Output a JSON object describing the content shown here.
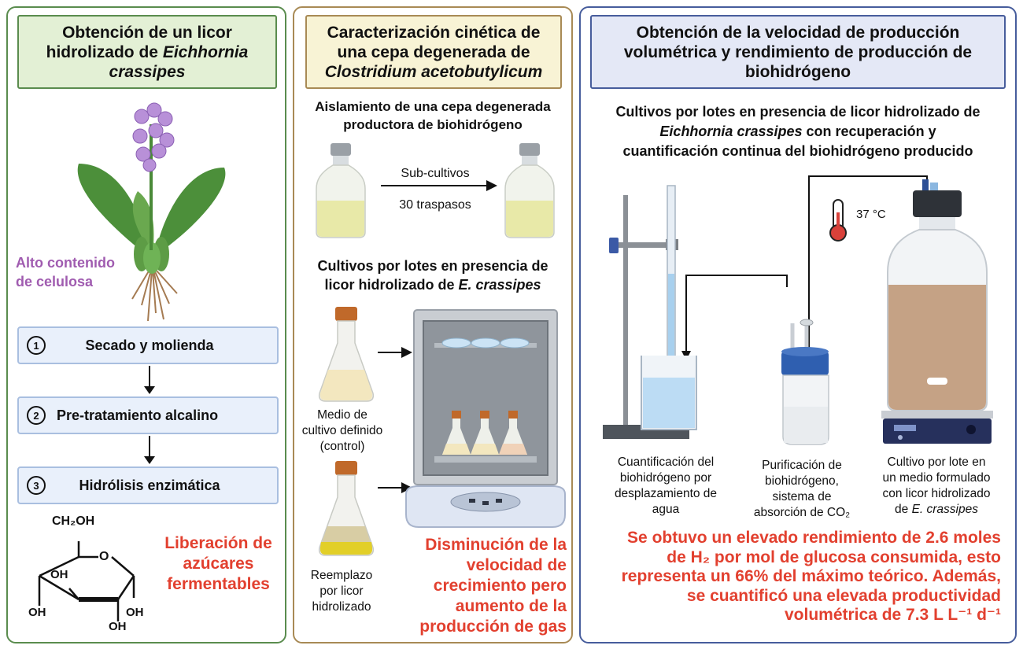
{
  "panel1": {
    "title_pre": "Obtención de un licor hidrolizado de ",
    "title_italic": "Eichhornia crassipes",
    "plant_note_line1": "Alto contenido",
    "plant_note_line2": "de celulosa",
    "steps": [
      {
        "number": "1",
        "label": "Secado y molienda"
      },
      {
        "number": "2",
        "label": "Pre-tratamiento alcalino"
      },
      {
        "number": "3",
        "label": "Hidrólisis enzimática"
      }
    ],
    "glucose_labels": {
      "ch2oh": "CH₂OH",
      "o": "O",
      "oh_inner": "OH",
      "oh_left": "OH",
      "oh_bottom": "OH",
      "oh_right": "OH"
    },
    "result_line1": "Liberación de",
    "result_line2": "azúcares",
    "result_line3": "fermentables"
  },
  "panel2": {
    "title_line1": "Caracterización cinética de",
    "title_line2": "una cepa degenerada de",
    "title_italic": "Clostridium acetobutylicum",
    "section1_line1": "Aislamiento de una cepa degenerada",
    "section1_line2": "productora de biohidrógeno",
    "arrow_label_top": "Sub-cultivos",
    "arrow_label_bottom": "30 traspasos",
    "section2_line1": "Cultivos por lotes en presencia de",
    "section2_line2_pre": "licor hidrolizado de ",
    "section2_line2_italic": "E. crassipes",
    "flask1_caption_line1": "Medio de",
    "flask1_caption_line2": "cultivo definido",
    "flask1_caption_line3": "(control)",
    "flask2_caption_line1": "Reemplazo",
    "flask2_caption_line2": "por licor",
    "flask2_caption_line3": "hidrolizado",
    "result_line1": "Disminución de la",
    "result_line2": "velocidad de",
    "result_line3": "crecimiento pero",
    "result_line4": "aumento de la",
    "result_line5": "producción de gas"
  },
  "panel3": {
    "title_line1": "Obtención de la velocidad de producción",
    "title_line2": "volumétrica y rendimiento de producción de",
    "title_line3": "biohidrógeno",
    "subtitle_line1": "Cultivos por lotes en presencia de licor hidrolizado de",
    "subtitle_line2_italic": "Eichhornia crassipes",
    "subtitle_line2_rest": " con recuperación y",
    "subtitle_line3": "cuantificación continua del biohidrógeno producido",
    "temperature": "37 °C",
    "cap1_line1": "Cuantificación del",
    "cap1_line2": "biohidrógeno por",
    "cap1_line3": "desplazamiento de",
    "cap1_line4": "agua",
    "cap2_line1": "Purificación de",
    "cap2_line2": "biohidrógeno,",
    "cap2_line3": "sistema de",
    "cap2_line4": "absorción de CO₂",
    "cap3_line1": "Cultivo por lote en",
    "cap3_line2": "un medio formulado",
    "cap3_line3": "con licor hidrolizado",
    "cap3_line4_pre": "de ",
    "cap3_line4_italic": "E. crassipes",
    "result_line1": "Se obtuvo un elevado rendimiento de 2.6 moles",
    "result_line2": "de H₂ por mol de glucosa consumida, esto",
    "result_line3": "representa un 66% del máximo teórico. Además,",
    "result_line4": "se cuantificó una elevada productividad",
    "result_line5": "volumétrica de 7.3 L L⁻¹ d⁻¹"
  },
  "colors": {
    "panel1_border": "#5a8c4e",
    "panel1_header": "#e3f0d5",
    "panel2_border": "#a88a55",
    "panel2_header": "#f8f3d5",
    "panel3_border": "#475d9c",
    "panel3_header": "#e4e8f6",
    "accent_red": "#e2402f",
    "plant_note": "#a05cb0"
  }
}
